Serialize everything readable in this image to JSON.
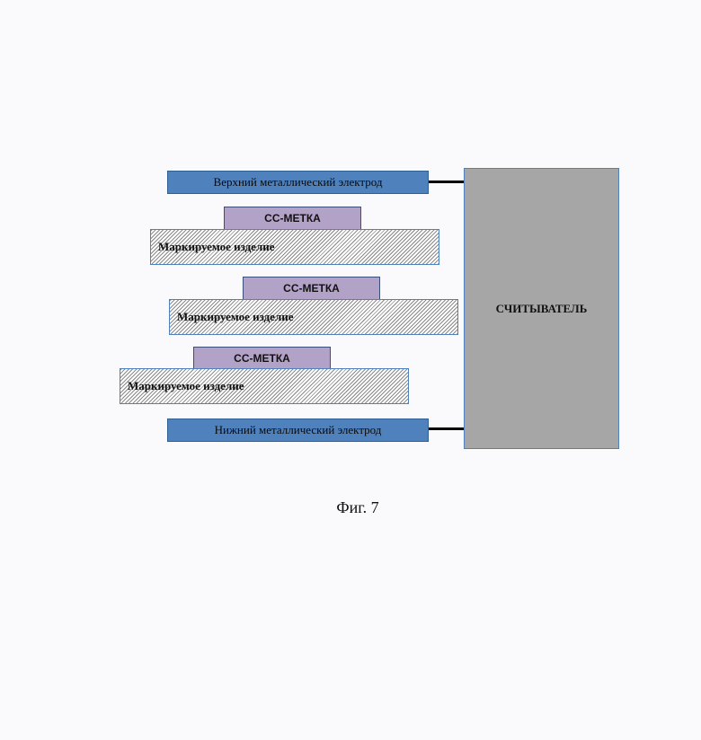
{
  "electrodes": {
    "top": "Верхний металлический электрод",
    "bottom": "Нижний металлический электрод"
  },
  "tags": [
    "СС-МЕТКА",
    "СС-МЕТКА",
    "СС-МЕТКА"
  ],
  "items": [
    "Маркируемое  изделие",
    "Маркируемое  изделие",
    "Маркируемое  изделие"
  ],
  "reader": "СЧИТЫВАТЕЛЬ",
  "caption": "Фиг. 7",
  "colors": {
    "electrode": "#4f81bd",
    "tag": "#b3a2c7",
    "reader": "#a6a6a6",
    "item_border": "#4f81bd",
    "wire": "#000000"
  }
}
